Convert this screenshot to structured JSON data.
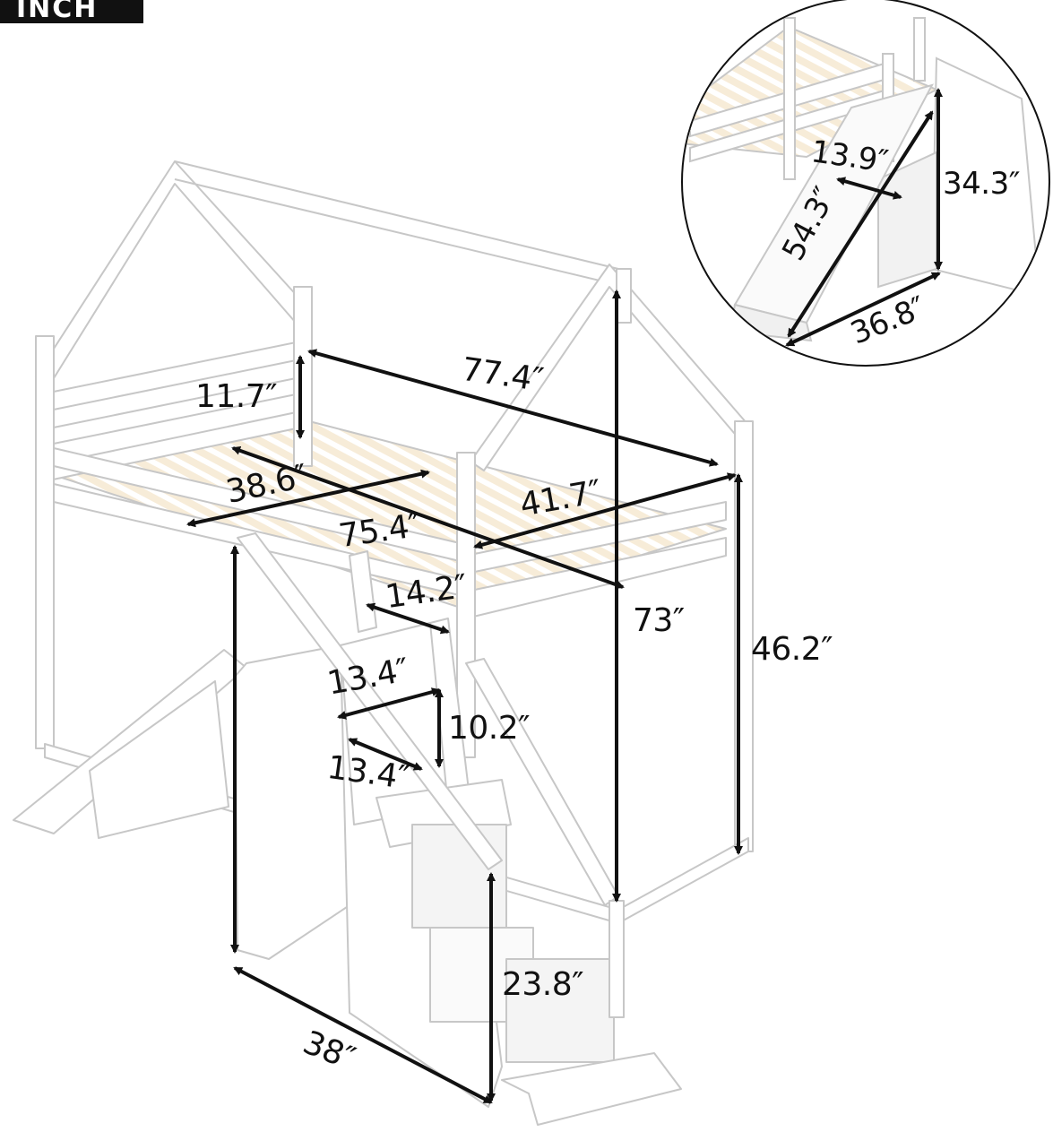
{
  "unit_badge": "INCH",
  "dimensions": {
    "rail_height": "11.7″",
    "bed_length_top": "77.4″",
    "inner_width": "38.6″",
    "bed_width_front": "41.7″",
    "inner_length": "75.4″",
    "ladder_opening": "14.2″",
    "overall_height": "73″",
    "floor_to_platform": "46.2″",
    "step_width_top": "13.4″",
    "step_riser": "10.2″",
    "step_depth": "13.4″",
    "stair_base_depth": "38″",
    "stair_front_height": "23.8″",
    "slide_width": "13.9″",
    "slide_length": "54.3″",
    "slide_height": "34.3″",
    "slide_base": "36.8″"
  },
  "colors": {
    "frame": "#ffffff",
    "outline": "#c9c9c9",
    "slat": "#efe0c4",
    "arrow": "#111111"
  }
}
